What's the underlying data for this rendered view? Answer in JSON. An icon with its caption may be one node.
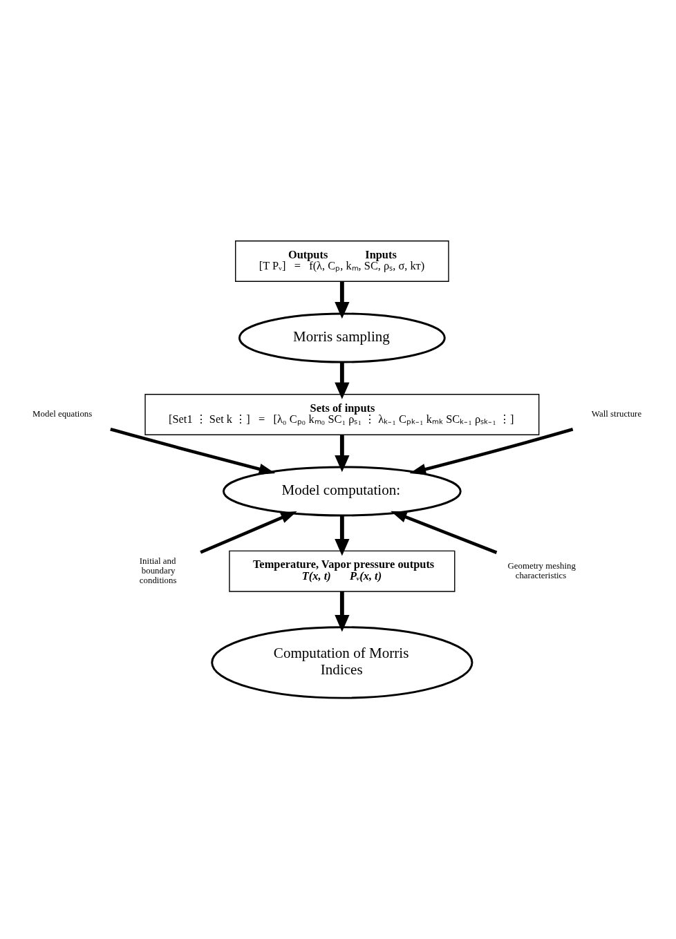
{
  "diagram": {
    "nodes": [
      {
        "text": [
          "Outputs",
          "Inputs",
          "[T Pᵥ]",
          "=",
          "f(λ, Cₚ, kₘ, SC, ρₛ, σ, kᴛ)"
        ]
      },
      {
        "text": [
          "Morris sampling"
        ]
      },
      {
        "text": [
          "Sets of inputs",
          "[Set1 ⋮ Set k ⋮]",
          "=",
          "[λ₀ Cₚ₀ kₘ₀ SC₁ ρₛ₁ ⋮ λₖ₋₁ Cₚₖ₋₁ kₘₖ SCₖ₋₁ ρₛₖ₋₁ ⋮]"
        ]
      },
      {
        "text": [
          "Model computation:"
        ]
      },
      {
        "text": [
          "Model equations"
        ]
      },
      {
        "text": [
          "Wall structure"
        ]
      },
      {
        "text": [
          "Initial and boundary conditions"
        ]
      },
      {
        "text": [
          "Geometry meshing characteristics"
        ]
      },
      {
        "text": [
          "Temperature, Vapor pressure outputs",
          "T(x, t)",
          "Pᵥ(x, t)"
        ]
      },
      {
        "text": [
          "Computation of Morris Indices"
        ]
      }
    ],
    "edges": [
      {
        "from": 0,
        "to": 1,
        "arrow": "to"
      },
      {
        "from": 1,
        "to": 2,
        "arrow": "to"
      },
      {
        "from": 2,
        "to": 3,
        "arrow": "to"
      },
      {
        "from": 4,
        "to": 3,
        "arrow": "to"
      },
      {
        "from": 5,
        "to": 3,
        "arrow": "to"
      },
      {
        "from": 6,
        "to": 3,
        "arrow": "to"
      },
      {
        "from": 7,
        "to": 3,
        "arrow": "to"
      },
      {
        "from": 3,
        "to": 8,
        "arrow": "to"
      },
      {
        "from": 8,
        "to": 9,
        "arrow": "to"
      }
    ]
  }
}
